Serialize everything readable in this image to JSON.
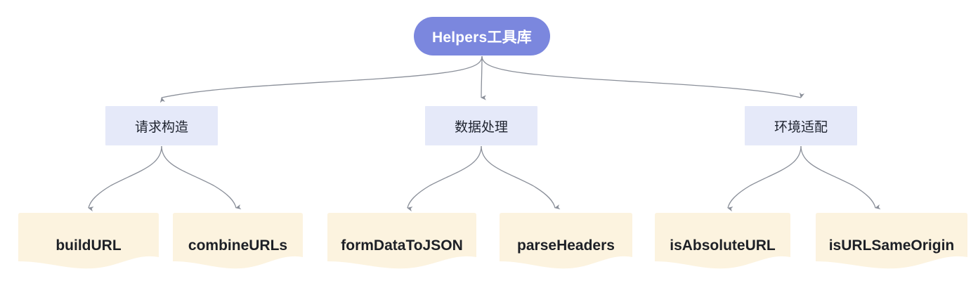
{
  "diagram": {
    "type": "tree",
    "title": "Helpers工具库",
    "background": "#ffffff",
    "colors": {
      "root_fill": "#7b87de",
      "root_text": "#ffffff",
      "mid_fill": "#e5e9f9",
      "mid_text": "#1f2430",
      "leaf_fill": "#fcf3df",
      "leaf_text": "#1d2026",
      "edge_stroke": "#8a8f99"
    }
  },
  "root": {
    "label": "Helpers工具库"
  },
  "branches": [
    {
      "label": "请求构造",
      "children": [
        {
          "label": "buildURL"
        },
        {
          "label": "combineURLs"
        }
      ]
    },
    {
      "label": "数据处理",
      "children": [
        {
          "label": "formDataToJSON"
        },
        {
          "label": "parseHeaders"
        }
      ]
    },
    {
      "label": "环境适配",
      "children": [
        {
          "label": "isAbsoluteURL"
        },
        {
          "label": "isURLSameOrigin"
        }
      ]
    }
  ],
  "leaves": [
    {
      "label": "buildURL"
    },
    {
      "label": "combineURLs"
    },
    {
      "label": "formDataToJSON"
    },
    {
      "label": "parseHeaders"
    },
    {
      "label": "isAbsoluteURL"
    },
    {
      "label": "isURLSameOrigin"
    }
  ]
}
